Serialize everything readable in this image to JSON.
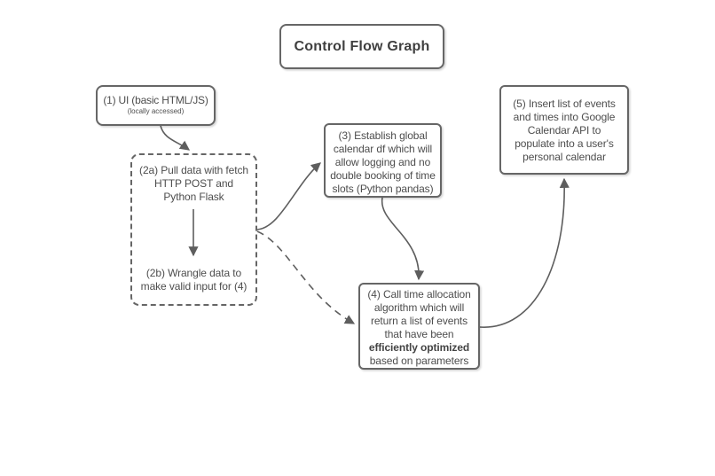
{
  "diagram": {
    "title": "Control Flow Graph",
    "nodes": {
      "node1": {
        "label": "(1) UI (basic HTML/JS)",
        "subtext": "(locally accessed)"
      },
      "group2": {
        "node2a": {
          "lines": [
            "(2a) Pull data with fetch",
            "HTTP POST and",
            "Python Flask"
          ]
        },
        "node2b": {
          "lines": [
            "(2b) Wrangle data to",
            "make valid input for (4)"
          ]
        }
      },
      "node3": {
        "lines": [
          "(3) Establish global",
          "calendar df which will",
          "allow logging and no",
          "double booking of time",
          "slots (Python pandas)"
        ]
      },
      "node4": {
        "lines_before": [
          "(4) Call time allocation",
          "algorithm which will",
          "return a list of events",
          "that have been"
        ],
        "bold_line": "efficiently optimized",
        "lines_after": [
          "based on parameters"
        ]
      },
      "node5": {
        "lines": [
          "(5) Insert list of events",
          "and times into Google",
          "Calendar API to",
          "populate into a user's",
          "personal calendar"
        ]
      }
    },
    "edges": [
      {
        "from": "node1",
        "to": "group2",
        "style": "solid"
      },
      {
        "from": "node2a",
        "to": "node2b",
        "style": "solid"
      },
      {
        "from": "group2",
        "to": "node3",
        "style": "solid"
      },
      {
        "from": "group2",
        "to": "node4",
        "style": "dashed"
      },
      {
        "from": "node3",
        "to": "node4",
        "style": "solid"
      },
      {
        "from": "node4",
        "to": "node5",
        "style": "solid"
      }
    ],
    "colors": {
      "background": "#ffffff",
      "box_border": "#666666",
      "text": "#4d4d4d",
      "connector": "#5e5e5e"
    }
  }
}
